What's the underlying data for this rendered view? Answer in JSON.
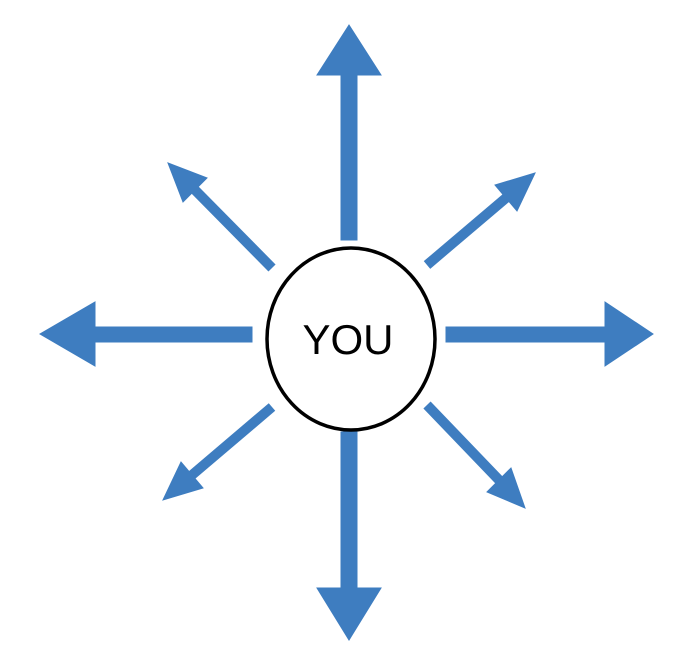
{
  "diagram": {
    "center_label": "YOU",
    "description": "Circle labeled YOU with eight arrows radiating outward",
    "arrows": [
      {
        "direction": "up",
        "weight": "thick"
      },
      {
        "direction": "down",
        "weight": "thick"
      },
      {
        "direction": "left",
        "weight": "thick"
      },
      {
        "direction": "right",
        "weight": "thick"
      },
      {
        "direction": "up-left",
        "weight": "thin"
      },
      {
        "direction": "up-right",
        "weight": "thin"
      },
      {
        "direction": "down-left",
        "weight": "thin"
      },
      {
        "direction": "down-right",
        "weight": "thin"
      }
    ]
  },
  "colors": {
    "accent": "#3e7dc0",
    "circle-stroke": "#000000",
    "label": "#000000",
    "background": "#ffffff"
  }
}
